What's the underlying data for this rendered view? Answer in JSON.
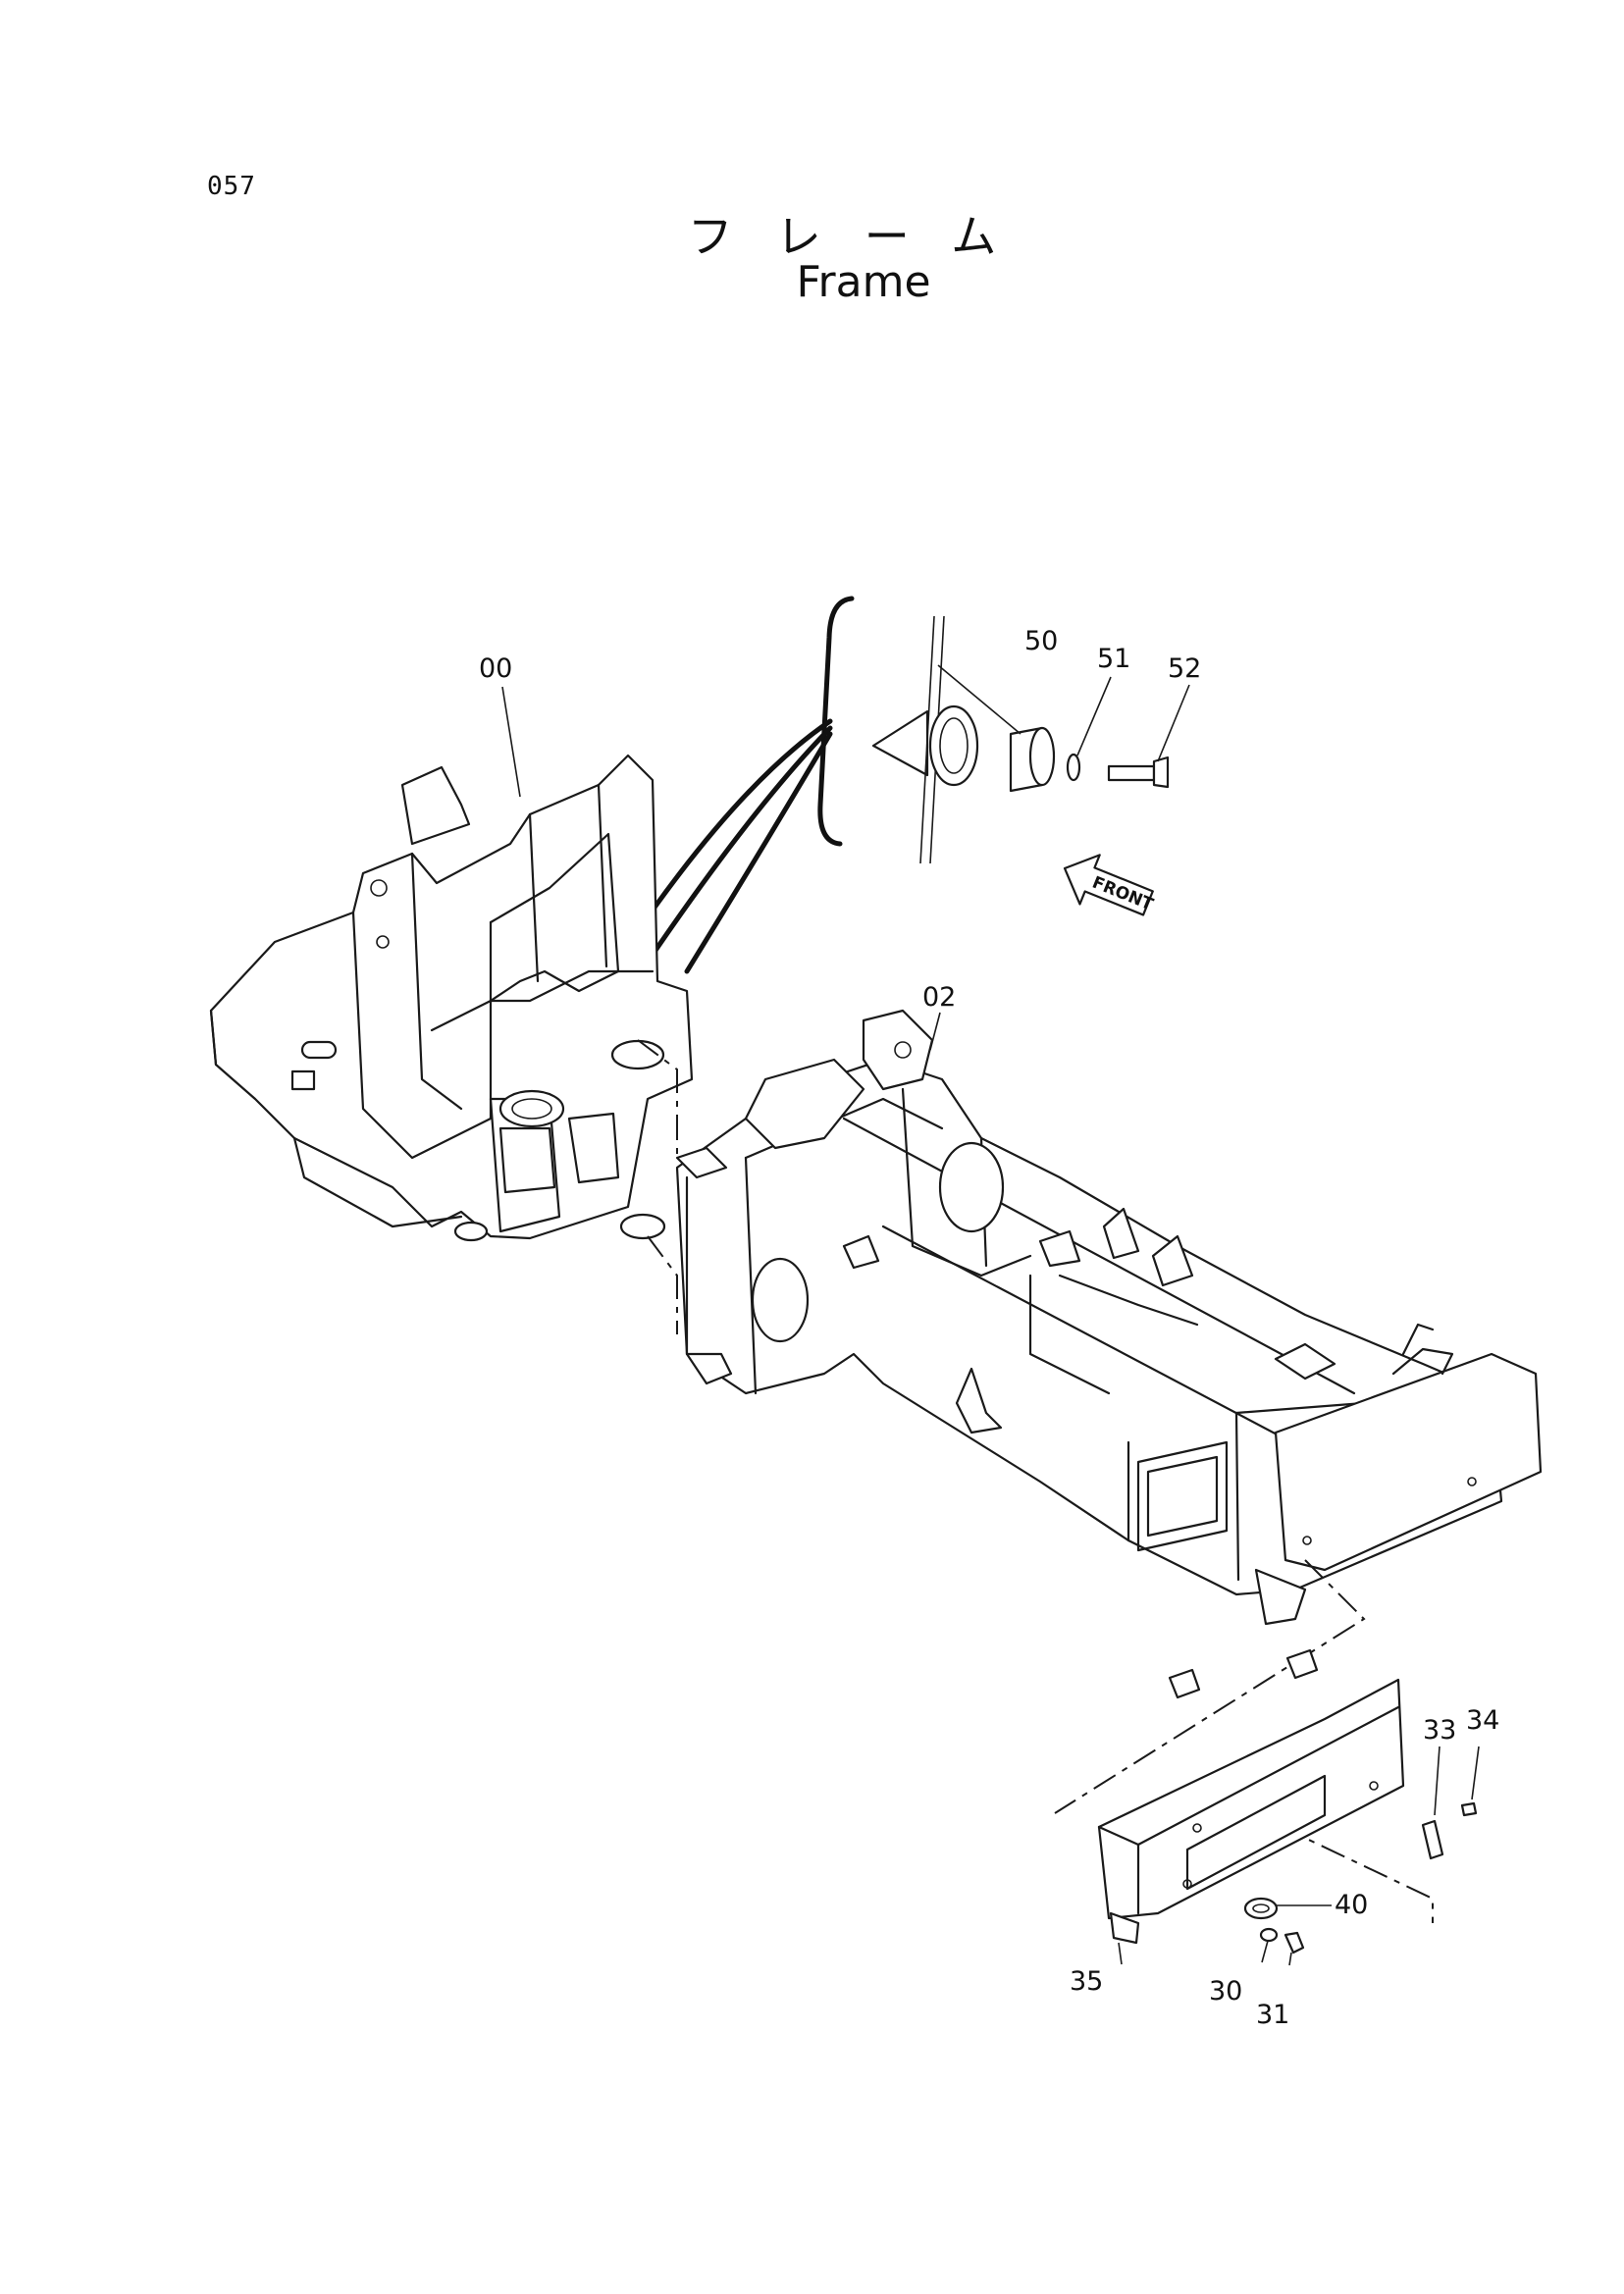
{
  "page": {
    "number": "057"
  },
  "title": {
    "japanese": "フレーム",
    "english": "Frame"
  },
  "direction_marker": {
    "label": "FRONT"
  },
  "callouts": [
    {
      "id": "00"
    },
    {
      "id": "02"
    },
    {
      "id": "50"
    },
    {
      "id": "51"
    },
    {
      "id": "52"
    },
    {
      "id": "33"
    },
    {
      "id": "34"
    },
    {
      "id": "40"
    },
    {
      "id": "35"
    },
    {
      "id": "30"
    },
    {
      "id": "31"
    }
  ]
}
